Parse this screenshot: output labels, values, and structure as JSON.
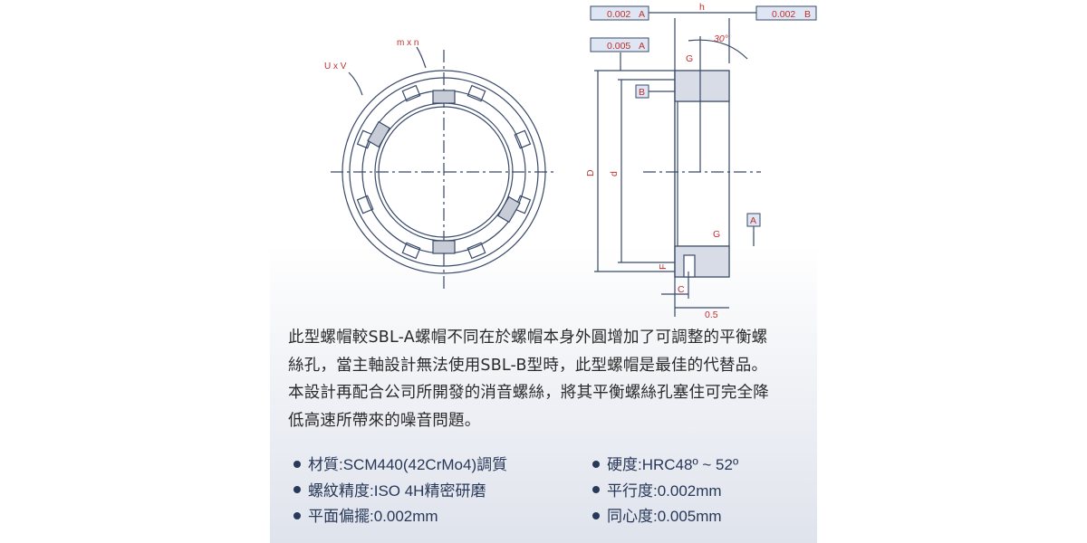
{
  "drawing": {
    "front_labels": {
      "mn": "m x n",
      "uv": "U x V"
    },
    "tol1": {
      "value": "0.002",
      "datum": "A"
    },
    "tol2": {
      "value": "0.002",
      "datum": "B"
    },
    "tol3": {
      "value": "0.005",
      "datum": "A"
    },
    "h": "h",
    "g": "G",
    "angle": "30°",
    "datum_b": "B",
    "datum_a": "A",
    "D": "D",
    "d": "d",
    "F": "F",
    "C": "C",
    "half": "0.5"
  },
  "description": [
    "此型螺帽較SBL-A螺帽不同在於螺帽本身外圓增加了可調整的平衡螺",
    "絲孔，當主軸設計無法使用SBL-B型時，此型螺帽是最佳的代替品。",
    "本設計再配合公司所開發的消音螺絲，將其平衡螺絲孔塞住可完全降",
    "低高速所帶來的噪音問題。"
  ],
  "specs_left": [
    "材質:SCM440(42CrMo4)調質",
    "螺紋精度:ISO 4H精密研磨",
    "平面偏擺:0.002mm"
  ],
  "specs_right": [
    "硬度:HRC48º ~ 52º",
    "平行度:0.002mm",
    "同心度:0.005mm"
  ],
  "colors": {
    "line": "#3a4a6a",
    "red": "#d03030",
    "text": "#2a2a2a",
    "spec": "#283858"
  }
}
